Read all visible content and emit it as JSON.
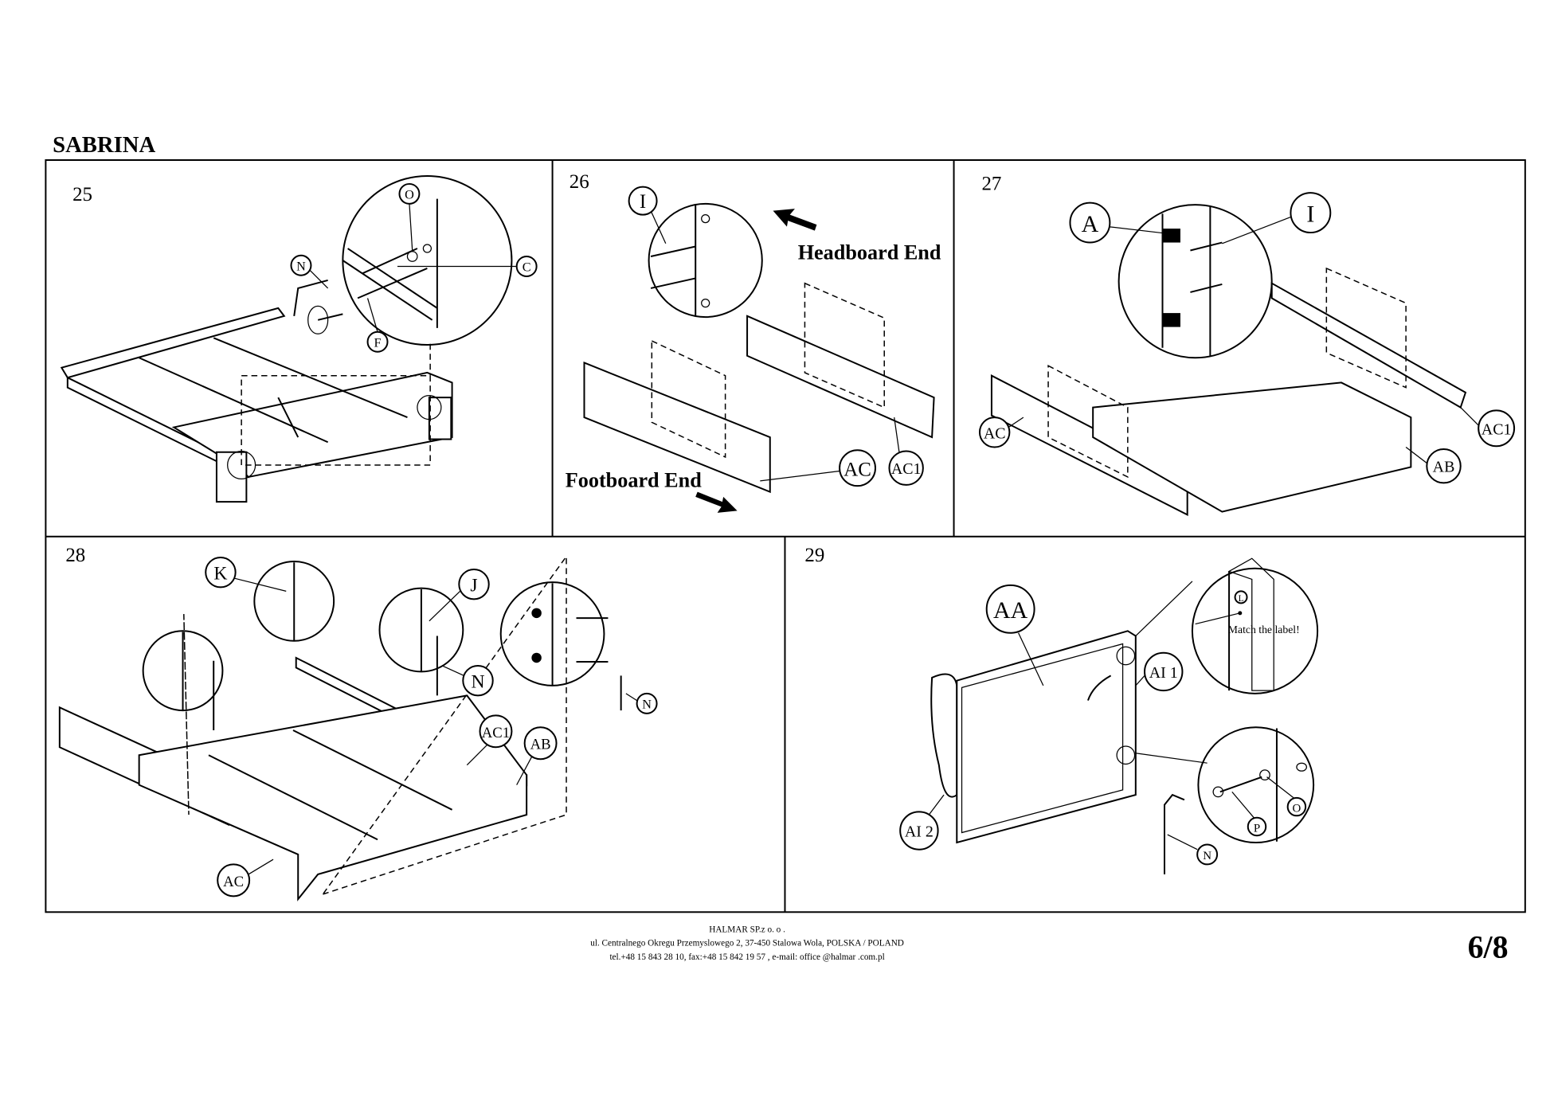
{
  "document": {
    "title": "SABRINA",
    "page": "6/8"
  },
  "steps": [
    {
      "number": "25",
      "callouts": [
        "O",
        "N",
        "C",
        "F"
      ]
    },
    {
      "number": "26",
      "callouts": [
        "I",
        "AC",
        "AC1"
      ],
      "headboard_label": "Headboard End",
      "footboard_label": "Footboard End"
    },
    {
      "number": "27",
      "callouts": [
        "A",
        "I",
        "AC",
        "AC1",
        "AB"
      ]
    },
    {
      "number": "28",
      "callouts": [
        "K",
        "J",
        "N",
        "AC1",
        "AB",
        "AC",
        "N"
      ]
    },
    {
      "number": "29",
      "callouts": [
        "AA",
        "AI 1",
        "AI 2",
        "L",
        "P",
        "O",
        "N"
      ],
      "note": "Match the label!"
    }
  ],
  "footer": {
    "company": "HALMAR SP.z o. o .",
    "address": "ul. Centralnego Okregu Przemyslowego 2, 37-450 Stalowa Wola, POLSKA / POLAND",
    "contact": "tel.+48 15 843 28 10, fax:+48 15 842 19 57 , e-mail: office @halmar .com.pl"
  }
}
